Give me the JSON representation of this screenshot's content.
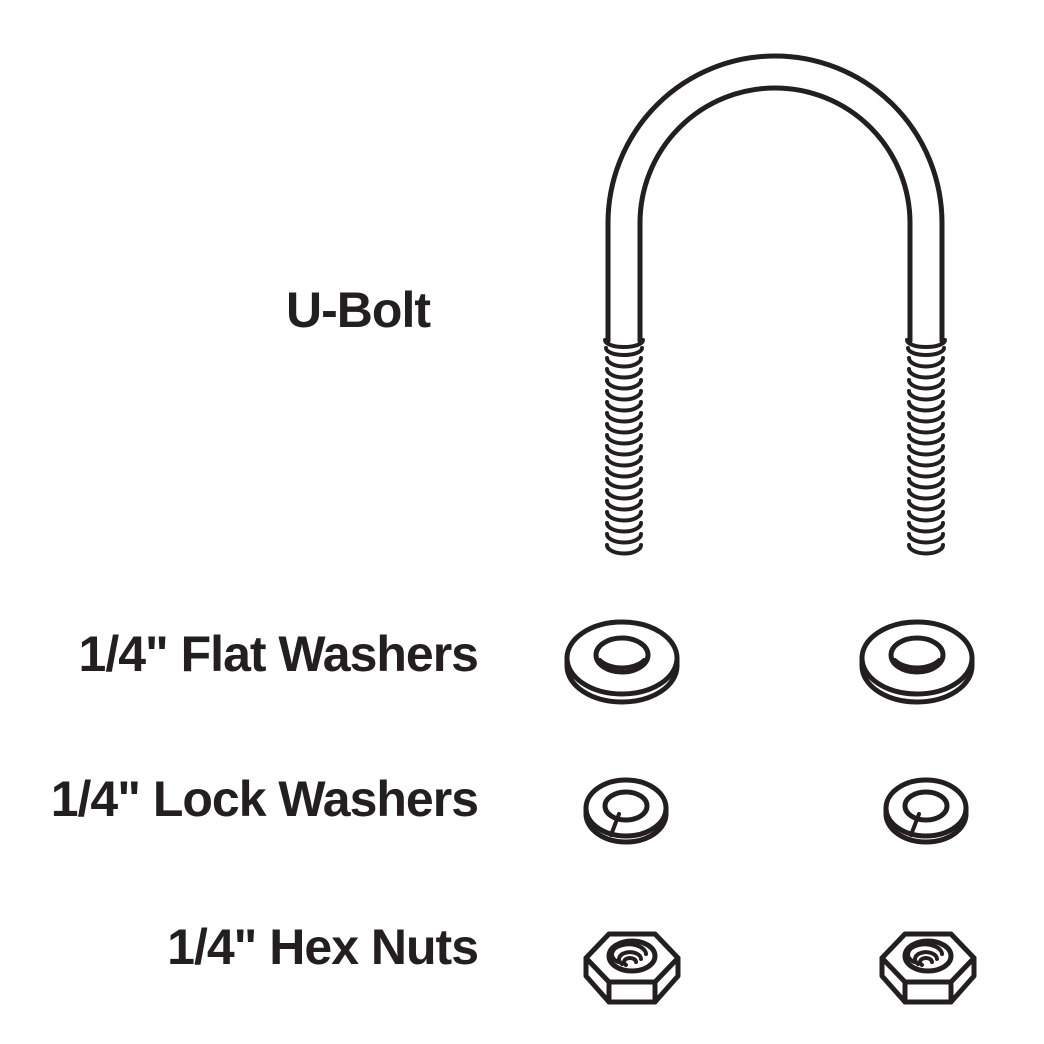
{
  "diagram": {
    "background_color": "#ffffff",
    "line_color": "#231f20",
    "labels": {
      "u_bolt": "U-Bolt",
      "flat_washers": "1/4\" Flat Washers",
      "lock_washers": "1/4\" Lock Washers",
      "hex_nuts": "1/4\" Hex Nuts"
    },
    "parts": [
      {
        "label": "U-Bolt",
        "depicted_quantity": 1
      },
      {
        "label": "1/4\" Flat Washers",
        "depicted_quantity": 2
      },
      {
        "label": "1/4\" Lock Washers",
        "depicted_quantity": 2
      },
      {
        "label": "1/4\" Hex Nuts",
        "depicted_quantity": 2
      }
    ]
  }
}
